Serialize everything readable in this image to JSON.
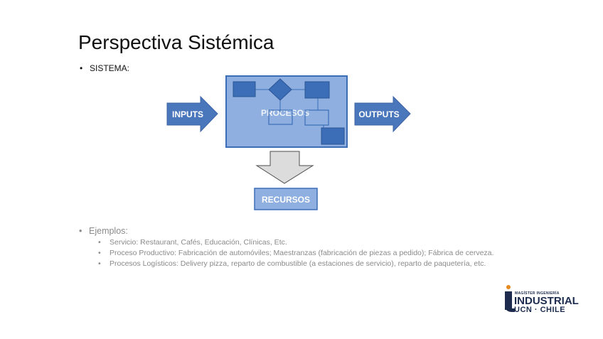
{
  "slide": {
    "title": "Perspectiva Sistémica",
    "bullet_sistema": "SISTEMA:"
  },
  "diagram": {
    "inputs_label": "INPUTS",
    "procesos_label": "PROCESOS",
    "outputs_label": "OUTPUTS",
    "recursos_label": "RECURSOS",
    "colors": {
      "arrow_blue": "#4a76bc",
      "process_fill": "#8eafe0",
      "inner_shape": "#3c6eb7",
      "down_arrow": "#dcdcdc",
      "recursos_box": "#8eafe0"
    }
  },
  "examples": {
    "heading": "Ejemplos:",
    "items": [
      "Servicio: Restaurant, Cafés, Educación, Clínicas, Etc.",
      "Proceso Productivo: Fabricación de automóviles; Maestranzas (fabricación de piezas a pedido); Fábrica de cerveza.",
      "Procesos Logísticos: Delivery pizza, reparto de combustible (a estaciones de servicio), reparto de paquetería, etc."
    ]
  },
  "logo": {
    "line1": "MAGÍSTER INGENIERÍA",
    "line2": "INDUSTRIAL",
    "line3": "UCN · CHILE",
    "color": "#1d2b4e"
  }
}
